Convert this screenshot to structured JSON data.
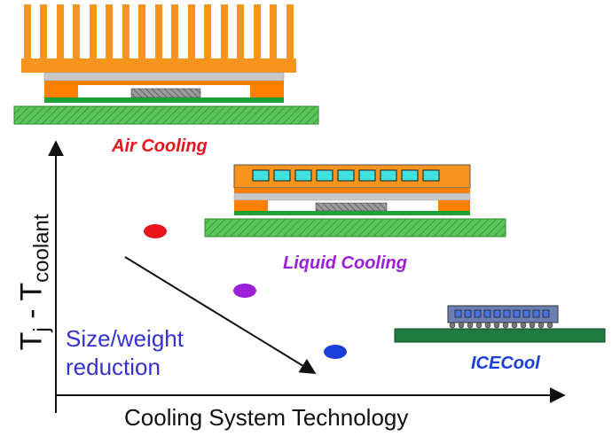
{
  "labels": {
    "air_cooling": "Air Cooling",
    "liquid_cooling": "Liquid Cooling",
    "icecool": "ICECool",
    "reduction_line1": "Size/weight",
    "reduction_line2": "reduction",
    "x_axis": "Cooling System Technology",
    "y_axis_main": "T",
    "y_axis_sub1": "j",
    "y_axis_mid": " - T",
    "y_axis_sub2": "coolant"
  },
  "colors": {
    "air": "#e8141e",
    "liquid": "#9b1fd6",
    "icecool": "#1a3fd9",
    "reduction_text": "#3333cc",
    "heatsink_orange": "#f7941d",
    "board_green": "#5cc45c",
    "channel_cyan": "#3ee0e0",
    "chip_gray": "#8c8c8c"
  },
  "points": [
    {
      "name": "Air Cooling",
      "color": "#e8141e"
    },
    {
      "name": "Liquid Cooling",
      "color": "#9b1fd6"
    },
    {
      "name": "ICECool",
      "color": "#1a3fd9"
    }
  ]
}
